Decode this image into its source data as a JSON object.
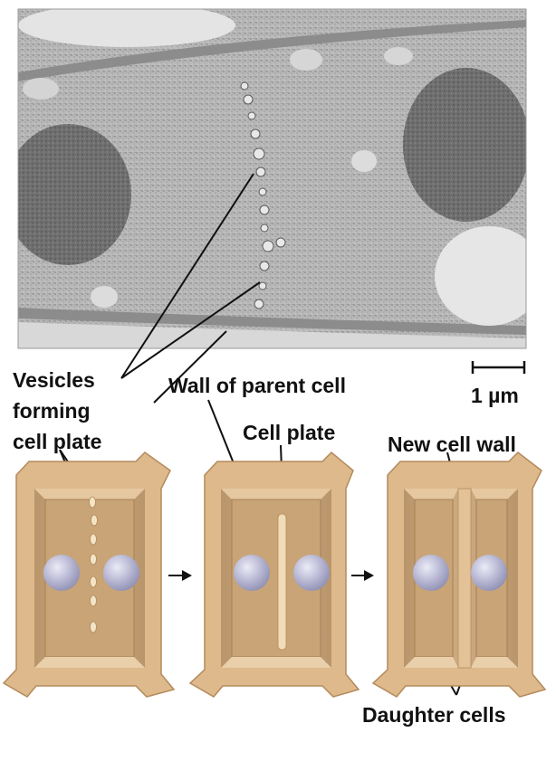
{
  "figure": {
    "labels": {
      "vesicles_forming_cell_plate": [
        "Vesicles",
        "forming",
        "cell plate"
      ],
      "wall_of_parent_cell": "Wall of parent cell",
      "scale_bar": "1 µm",
      "cell_plate": "Cell plate",
      "new_cell_wall": "New cell wall",
      "daughter_cells": "Daughter cells"
    },
    "micrograph": {
      "type": "electron micrograph",
      "content": "plant cell undergoing cytokinesis"
    },
    "stages": [
      {
        "name": "vesicles-stage"
      },
      {
        "name": "cell-plate-stage"
      },
      {
        "name": "new-wall-stage"
      }
    ],
    "colors": {
      "wall_outer": "#ddb98c",
      "wall_inner": "#c79e6e",
      "cell_interior": "#c3a27b",
      "nucleus": "#b8b8d4",
      "micrograph_bg": "#b9b9b9"
    }
  }
}
